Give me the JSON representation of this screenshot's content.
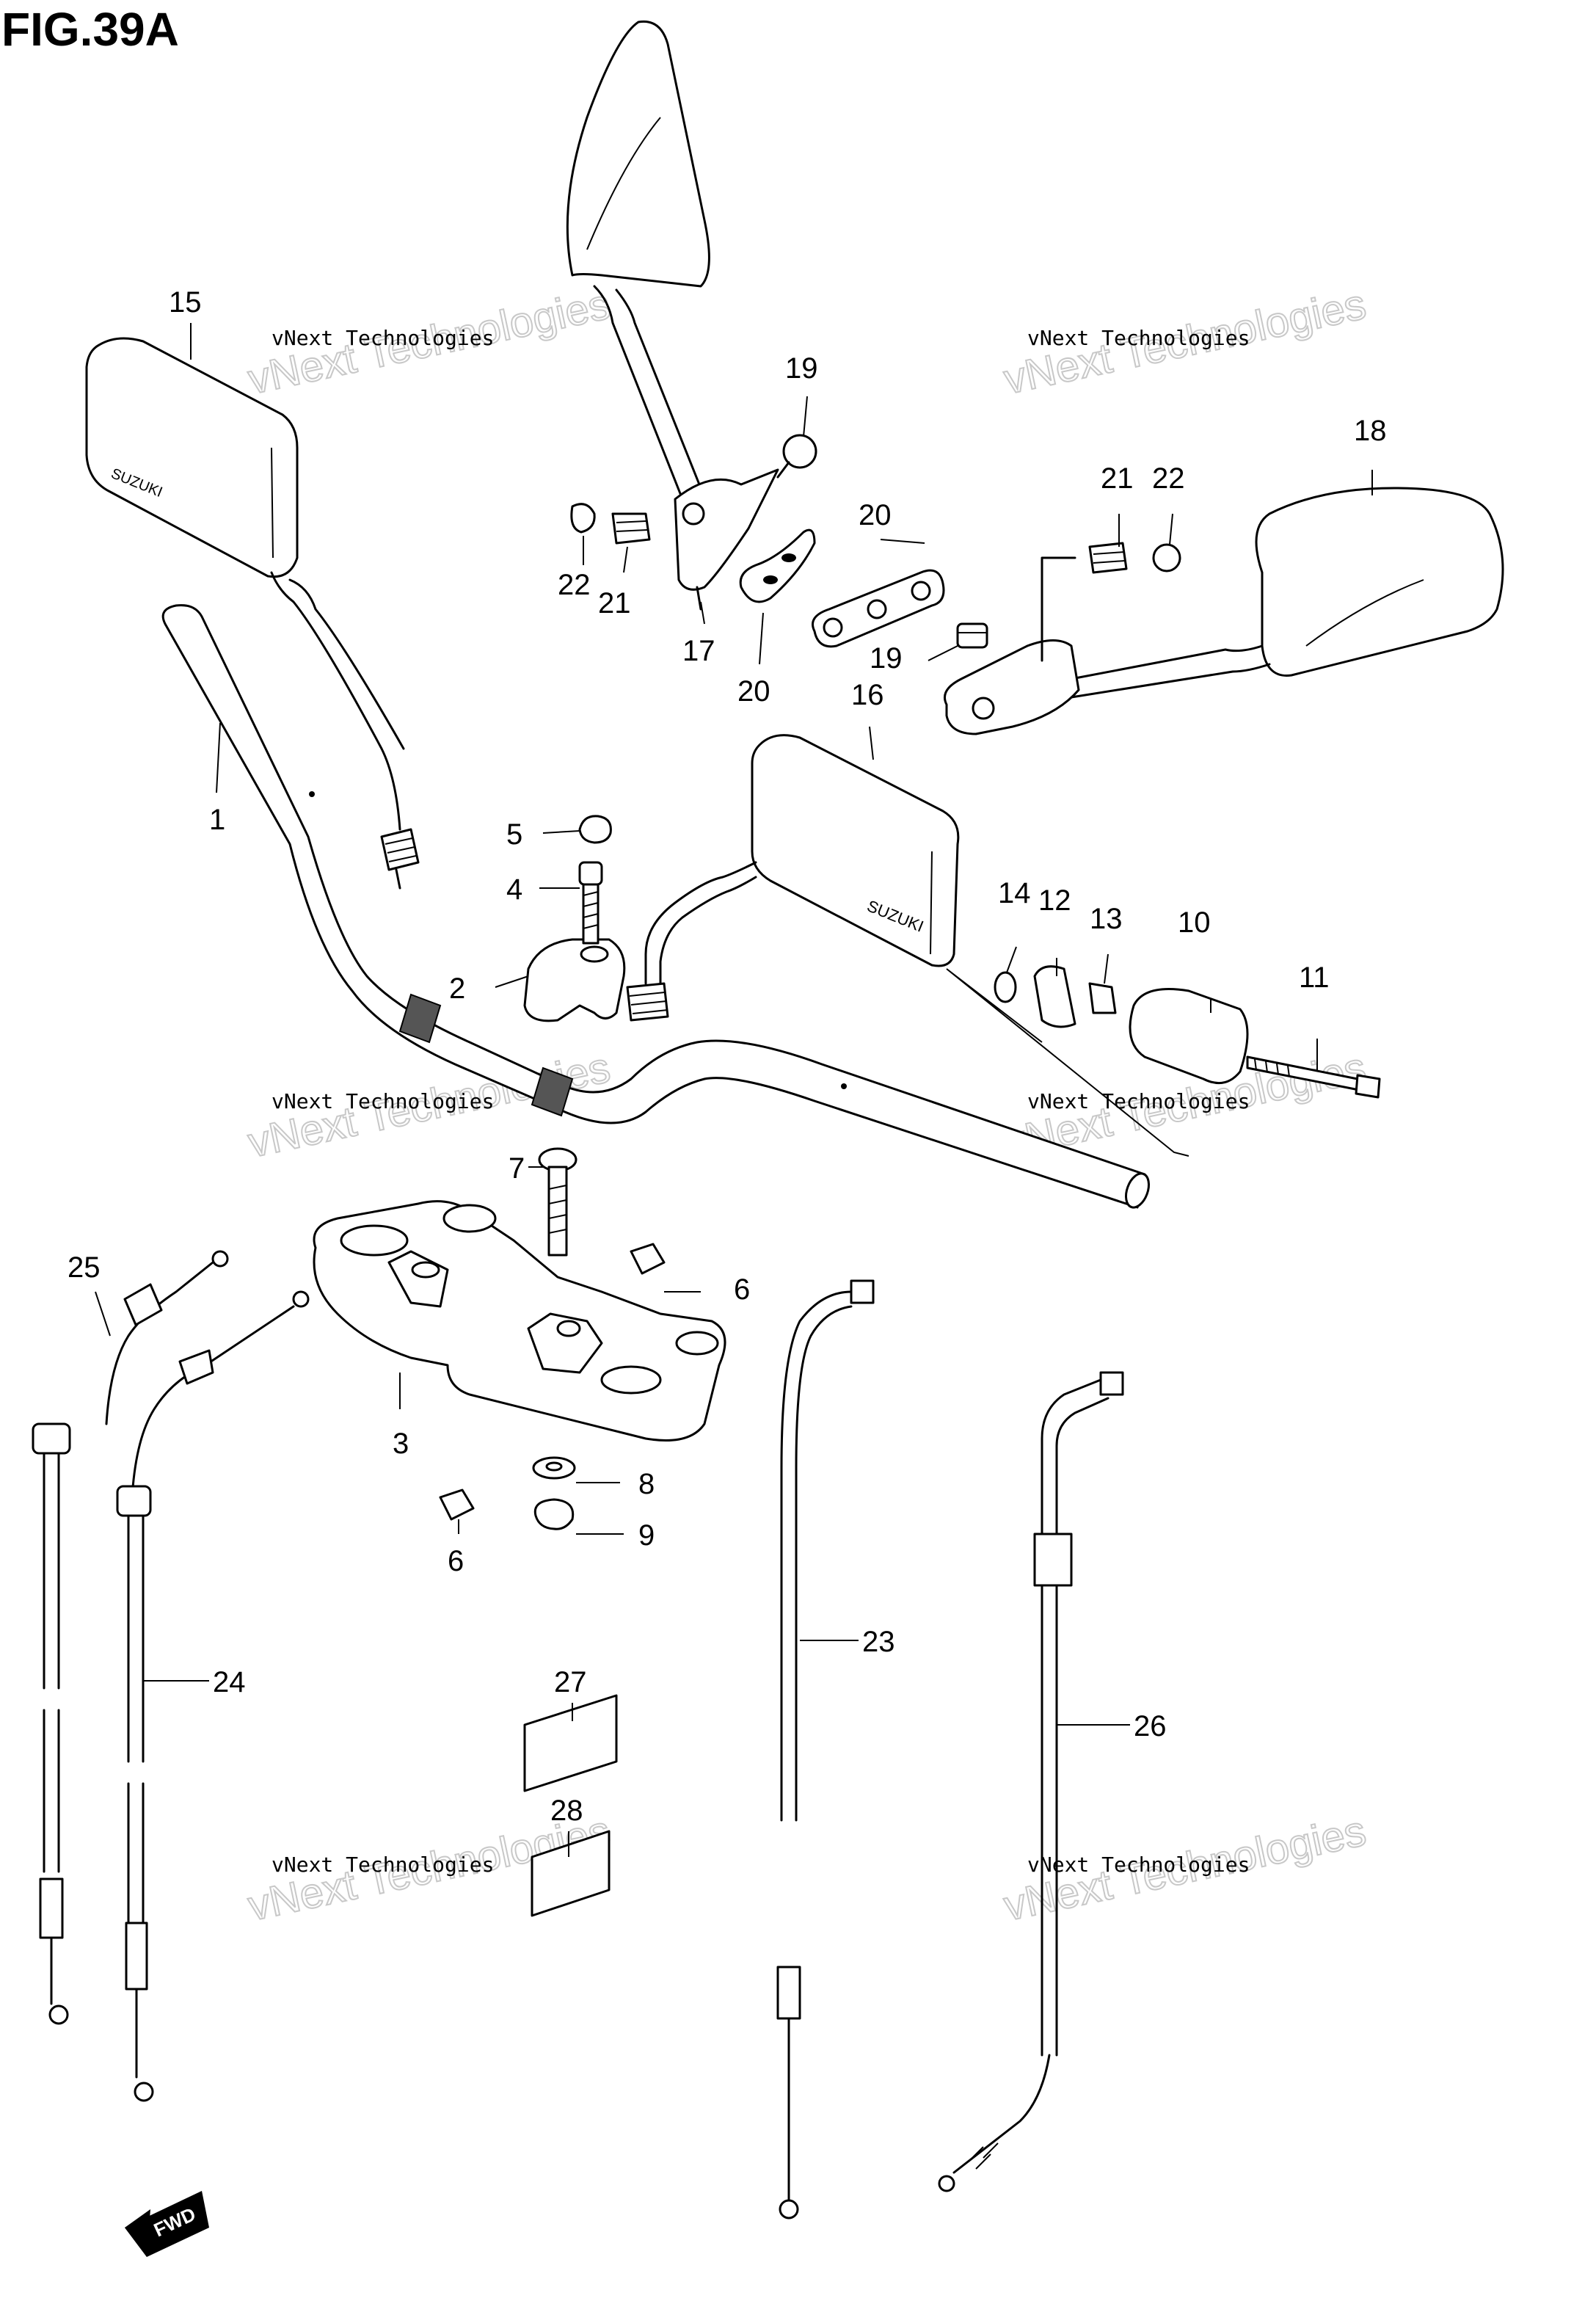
{
  "figure": {
    "title": "FIG.39A"
  },
  "watermark": {
    "line1": "vNext Technologies",
    "line2": "vNext Technologies"
  },
  "callouts": [
    "1",
    "2",
    "3",
    "4",
    "5",
    "6",
    "6",
    "7",
    "8",
    "9",
    "10",
    "11",
    "12",
    "13",
    "14",
    "15",
    "16",
    "17",
    "18",
    "19",
    "19",
    "20",
    "20",
    "21",
    "21",
    "22",
    "22",
    "23",
    "24",
    "25",
    "26",
    "27",
    "28"
  ],
  "fwd_label": "FWD",
  "brand_mark": "SUZUKI"
}
